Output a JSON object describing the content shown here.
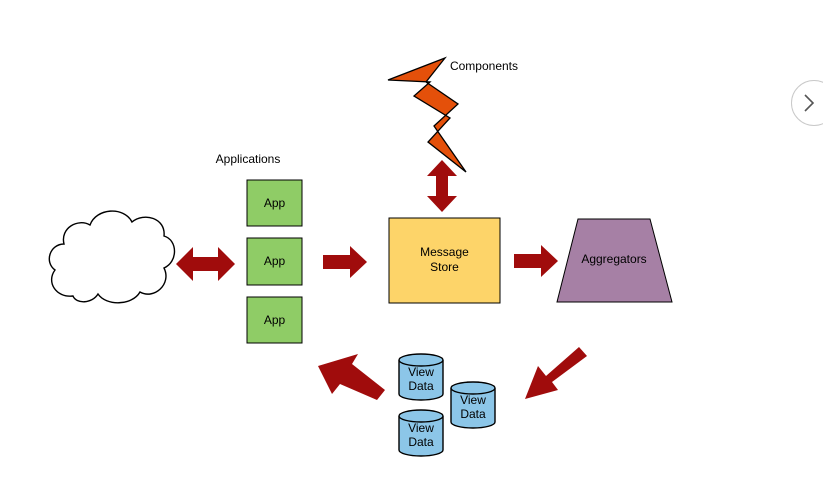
{
  "diagram": {
    "labels": {
      "components": "Components",
      "applications": "Applications",
      "app_1": "App",
      "app_2": "App",
      "app_3": "App",
      "message_store_line1": "Message",
      "message_store_line2": "Store",
      "aggregators": "Aggregators",
      "view_data_1_line1": "View",
      "view_data_1_line2": "Data",
      "view_data_2_line1": "View",
      "view_data_2_line2": "Data",
      "view_data_3_line1": "View",
      "view_data_3_line2": "Data"
    },
    "colors": {
      "app_fill": "#8fcc66",
      "store_fill": "#fdd469",
      "aggregator_fill": "#a680a5",
      "db_fill": "#8cc6e8",
      "arrow_fill": "#a00c0c",
      "lightning_fill": "#e4500a"
    }
  },
  "navigation": {
    "next_icon": "chevron-right-icon"
  }
}
